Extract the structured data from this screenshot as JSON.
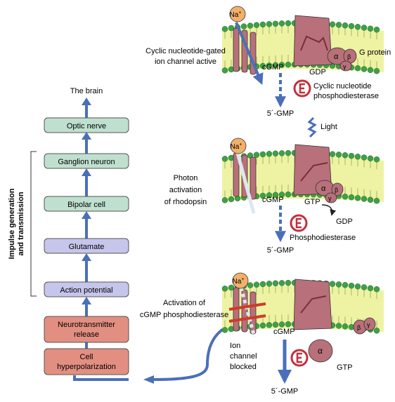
{
  "colors": {
    "arrow_blue": "#4a6fba",
    "green_box": "#bfe0cf",
    "purple_box": "#c6c6ec",
    "red_box": "#e28f82",
    "box_border": "#555555",
    "membrane_yellow": "#eef3a4",
    "bead_green": "#3fa046",
    "protein_mauve": "#b8707a",
    "na_orange": "#f2b06b",
    "pde_red": "#c4303c",
    "block_red": "#d03a2a"
  },
  "flow": {
    "brain": "The brain",
    "optic_nerve": "Optic nerve",
    "ganglion": "Ganglion neuron",
    "bipolar": "Bipolar cell",
    "glutamate": "Glutamate",
    "action_potential": "Action potential",
    "neurotransmitter": [
      "Neurotransmitter",
      "release"
    ],
    "hyperpolarization": [
      "Cell",
      "hyperpolarization"
    ],
    "bracket_label": [
      "Impulse generation",
      "and transmission"
    ]
  },
  "panel1": {
    "caption": [
      "Cyclic nucleotide-gated",
      "ion channel active"
    ],
    "na": "Na",
    "na_sup": "+",
    "cgmp": "cGMP",
    "gdp": "GDP",
    "alpha": "α",
    "beta": "β",
    "gamma": "γ",
    "g_protein": "G protein",
    "pde": [
      "Cyclic nucleotide",
      "phosphodiesterase"
    ],
    "product": "5´-GMP"
  },
  "light": "Light",
  "panel2": {
    "caption": [
      "Photon",
      "activation",
      "of rhodopsin"
    ],
    "na": "Na",
    "na_sup": "+",
    "cgmp": "cGMP",
    "gtp": "GTP",
    "gdp": "GDP",
    "alpha": "α",
    "beta": "β",
    "gamma": "γ",
    "pde": "Phosphodiesterase",
    "product": "5´-GMP"
  },
  "panel3": {
    "caption": [
      "Activation of",
      "cGMP phosphodiesterase"
    ],
    "na": "Na",
    "na_sup": "+",
    "cgmp": "cGMP",
    "blocked": [
      "Ion",
      "channel",
      "blocked"
    ],
    "alpha": "α",
    "beta": "β",
    "gamma": "γ",
    "gtp": "GTP",
    "product": "5´-GMP"
  }
}
